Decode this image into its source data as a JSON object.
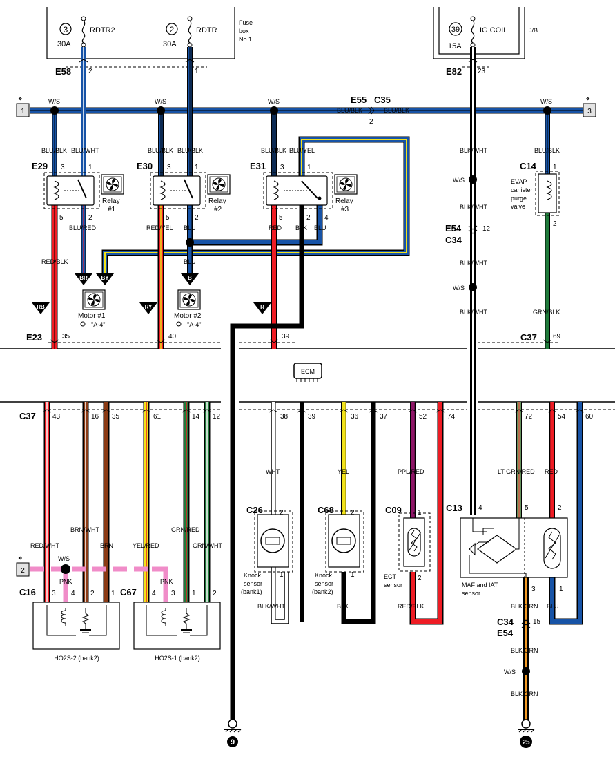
{
  "fuses": [
    {
      "num": "3",
      "name": "RDTR2",
      "amp": "30A"
    },
    {
      "num": "2",
      "name": "RDTR",
      "amp": "30A"
    },
    {
      "num": "39",
      "name": "IG COIL",
      "amp": "15A"
    }
  ],
  "fuse_box_label": [
    "Fuse",
    "box",
    "No.1"
  ],
  "jb_label": "J/B",
  "connectors": {
    "e58": "E58",
    "e82": "E82",
    "e55": "E55",
    "c35": "C35",
    "e29": "E29",
    "e30": "E30",
    "e31": "E31",
    "c14": "C14",
    "e54": "E54",
    "c34": "C34",
    "e23": "E23",
    "c37_top": "C37",
    "c37_bot": "C37",
    "c26": "C26",
    "c68": "C68",
    "c09": "C09",
    "c13": "C13",
    "c16": "C16",
    "c67": "C67",
    "c34b": "C34",
    "e54b": "E54"
  },
  "pins": {
    "e58_2": "2",
    "e58_1": "1",
    "e82_23": "23",
    "e55_2": "2",
    "e29_3": "3",
    "e29_1": "1",
    "e29_5": "5",
    "e29_2": "2",
    "e30_3": "3",
    "e30_1": "1",
    "e30_5": "5",
    "e30_2": "2",
    "e31_3": "3",
    "e31_1": "1",
    "e31_5": "5",
    "e31_2": "2",
    "e31_4": "4",
    "c14_1": "1",
    "c14_2": "2",
    "e54_12": "12",
    "e23_35": "35",
    "e23_40": "40",
    "e23_39": "39",
    "c37_69": "69",
    "c37_43": "43",
    "c37_16": "16",
    "c37_35": "35",
    "c37_61": "61",
    "c37_14": "14",
    "c37_12": "12",
    "ecm_38": "38",
    "ecm_39": "39",
    "ecm_36": "36",
    "ecm_37": "37",
    "ecm_52": "52",
    "ecm_74": "74",
    "ecm_72": "72",
    "ecm_54": "54",
    "ecm_60": "60",
    "c26_2": "2",
    "c26_1": "1",
    "c68_2": "2",
    "c68_1": "1",
    "c09_1": "1",
    "c09_2": "2",
    "c13_4": "4",
    "c13_5": "5",
    "c13_2": "2",
    "c13_3": "3",
    "c13_1": "1",
    "c16_3": "3",
    "c16_4": "4",
    "c16_2": "2",
    "c16_1": "1",
    "c67_4": "4",
    "c67_3": "3",
    "c67_1": "1",
    "c67_2": "2",
    "c34_15": "15"
  },
  "wires": {
    "ws": "W/S",
    "blu_blk": "BLU/BLK",
    "blu_wht": "BLU/WHT",
    "blu_yel": "BLU/YEL",
    "blu_red": "BLU/RED",
    "red_blk": "RED/BLK",
    "red_yel": "RED/YEL",
    "blu": "BLU",
    "red": "RED",
    "blk": "BLK",
    "blk_wht": "BLK/WHT",
    "grn_blk": "GRN/BLK",
    "red_wht": "RED/WHT",
    "brn_wht": "BRN/WHT",
    "brn": "BRN",
    "yel_red": "YEL/RED",
    "grn_red": "GRN/RED",
    "grn_wht": "GRN/WHT",
    "wht": "WHT",
    "yel": "YEL",
    "ppl_red": "PPL/RED",
    "lt_grn_red": "LT GRN/RED",
    "pnk": "PNK",
    "blk_orn": "BLK/ORN"
  },
  "components": {
    "relay1": [
      "Relay",
      "#1"
    ],
    "relay2": [
      "Relay",
      "#2"
    ],
    "relay3": [
      "Relay",
      "#3"
    ],
    "motor1": "Motor #1",
    "motor2": "Motor #2",
    "motor_ref": "\"A-4\"",
    "evap": [
      "EVAP",
      "canister",
      "purge",
      "valve"
    ],
    "ecm": "ECM",
    "knock1": [
      "Knock",
      "sensor",
      "(bank1)"
    ],
    "knock2": [
      "Knock",
      "sensor",
      "(bank2)"
    ],
    "ect": [
      "ECT",
      "sensor"
    ],
    "maf": [
      "MAF and IAT",
      "sensor"
    ],
    "ho2s2": "HO2S-2 (bank2)",
    "ho2s1": "HO2S-1 (bank2)"
  },
  "page_refs": {
    "left_top": "1",
    "right_top": "3",
    "left_bottom": "2"
  },
  "markers": {
    "br": "BR",
    "by": "BY",
    "b": "B",
    "rb": "RB",
    "ry": "RY",
    "r": "R"
  },
  "grounds": {
    "g9": "9",
    "g25": "25"
  },
  "colors": {
    "blue": "#1753a6",
    "red": "#ee1c24",
    "brown": "#8b3a14",
    "yellow": "#f2e21a",
    "green": "#1f7a3a",
    "ltgreen": "#86c17a",
    "purple": "#8e1567",
    "pink": "#f08cc8",
    "orange": "#f39a24",
    "black": "#000000"
  }
}
